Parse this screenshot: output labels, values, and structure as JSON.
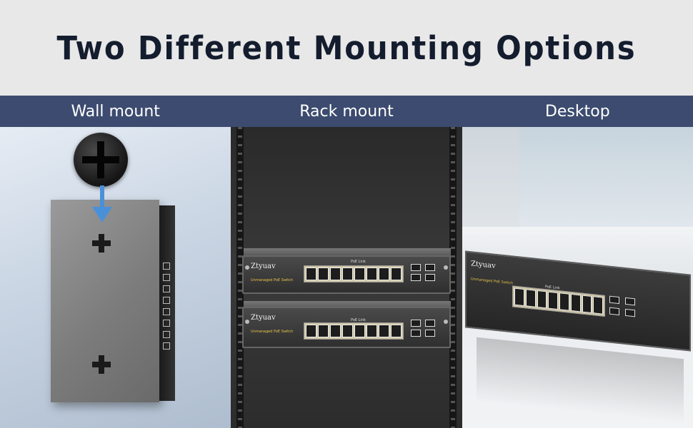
{
  "title": "Two Different Mounting Options",
  "options": {
    "wall": "Wall mount",
    "rack": "Rack mount",
    "desktop": "Desktop"
  },
  "device": {
    "brand": "Ztyuav",
    "model": "Unmanaged PoE Switch",
    "poe_link": "PoE Link"
  },
  "colors": {
    "title_text": "#141d2e",
    "label_bar": "#3c4b6f",
    "arrow": "#4a90d9"
  }
}
